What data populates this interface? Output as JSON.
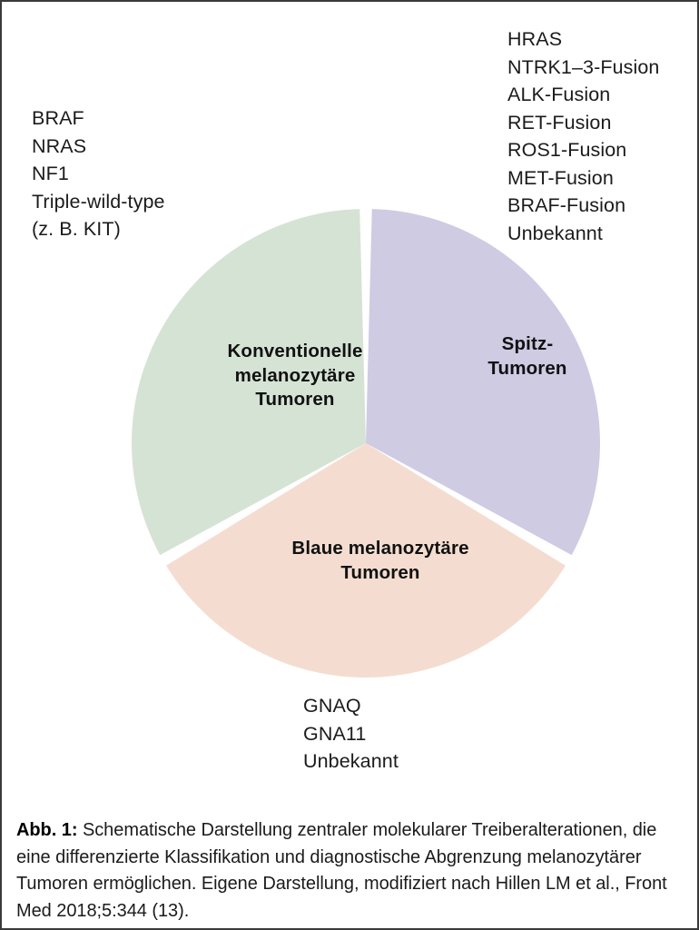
{
  "figure": {
    "border_color": "#3a3a3a",
    "background": "#ffffff"
  },
  "annotations": {
    "top_left": {
      "name": "conventional-drivers",
      "lines": [
        "BRAF",
        "NRAS",
        "NF1",
        "Triple-wild-type",
        "(z. B. KIT)"
      ]
    },
    "top_right": {
      "name": "spitz-drivers",
      "lines": [
        "HRAS",
        "NTRK1–3-Fusion",
        "ALK-Fusion",
        "RET-Fusion",
        "ROS1-Fusion",
        "MET-Fusion",
        "BRAF-Fusion",
        "Unbekannt"
      ]
    },
    "bottom": {
      "name": "blue-drivers",
      "lines": [
        "GNAQ",
        "GNA11",
        "Unbekannt"
      ]
    }
  },
  "chart_data": {
    "type": "pie",
    "title": "",
    "legend_position": "none",
    "gap_degrees": 3,
    "slices": [
      {
        "label": "Konventionelle melanozytäre Tumoren",
        "label_lines": [
          "Konventionelle",
          "melanozytäre",
          "Tumoren"
        ],
        "value": 33.3,
        "color": "#d5e3d5",
        "start_angle": 240,
        "end_angle": 360
      },
      {
        "label": "Spitz-Tumoren",
        "label_lines": [
          "Spitz-",
          "Tumoren"
        ],
        "value": 33.3,
        "color": "#cecbe3",
        "start_angle": 0,
        "end_angle": 120
      },
      {
        "label": "Blaue melanozytäre Tumoren",
        "label_lines": [
          "Blaue melanozytäre",
          "Tumoren"
        ],
        "value": 33.3,
        "color": "#f4ddd0",
        "start_angle": 120,
        "end_angle": 240
      }
    ]
  },
  "caption": {
    "label": "Abb. 1:",
    "text": " Schematische Darstellung zentraler molekularer Treiberalterationen, die eine differenzierte Klassifikation und diagnostische Abgrenzung melanozytärer Tumoren ermöglichen. Eigene Darstellung, modifiziert nach Hillen LM et al., Front Med 2018;5:344 (13)."
  }
}
